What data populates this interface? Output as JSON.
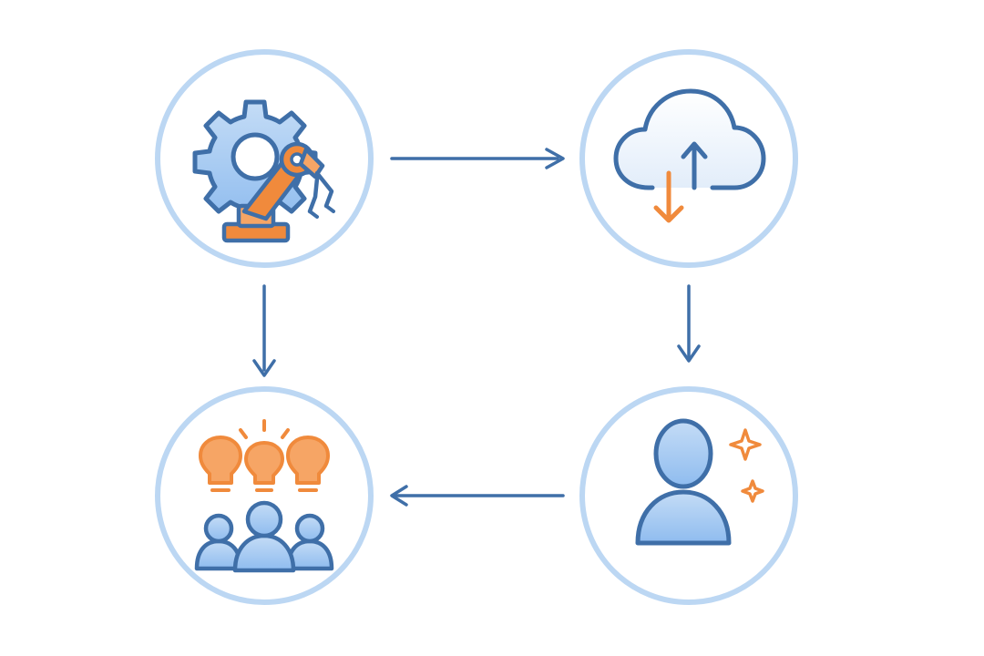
{
  "colors": {
    "background": "#ffffff",
    "node_ring": "#bcd7f3",
    "primary_blue": "#3f6fa8",
    "light_blue_fill": "#a9cbf2",
    "pale_blue_fill": "#eef4fc",
    "accent_orange": "#f08a3c",
    "arrow": "#3f6fa8"
  },
  "nodes": [
    {
      "id": "automation",
      "icon": "gear-robot-arm-icon"
    },
    {
      "id": "cloud",
      "icon": "cloud-sync-icon"
    },
    {
      "id": "user",
      "icon": "user-sparkles-icon"
    },
    {
      "id": "ideas",
      "icon": "team-ideas-icon"
    }
  ],
  "edges": [
    {
      "from": "automation",
      "to": "cloud"
    },
    {
      "from": "cloud",
      "to": "user"
    },
    {
      "from": "user",
      "to": "ideas"
    },
    {
      "from": "automation",
      "to": "ideas"
    }
  ]
}
